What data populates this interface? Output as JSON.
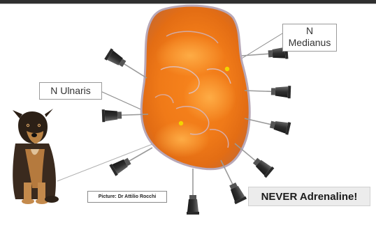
{
  "labels": {
    "median_line1": "N",
    "median_line2": "Medianus",
    "ulnar": "N Ulnaris"
  },
  "credit": "Picture: Dr Attilio Rocchi",
  "warning": "NEVER Adrenaline!",
  "colors": {
    "section_orange": "#f07a18",
    "needle_dark": "#3a3a3a",
    "nerve_yellow": "#f2d400",
    "box_border": "#9a9a9a"
  }
}
